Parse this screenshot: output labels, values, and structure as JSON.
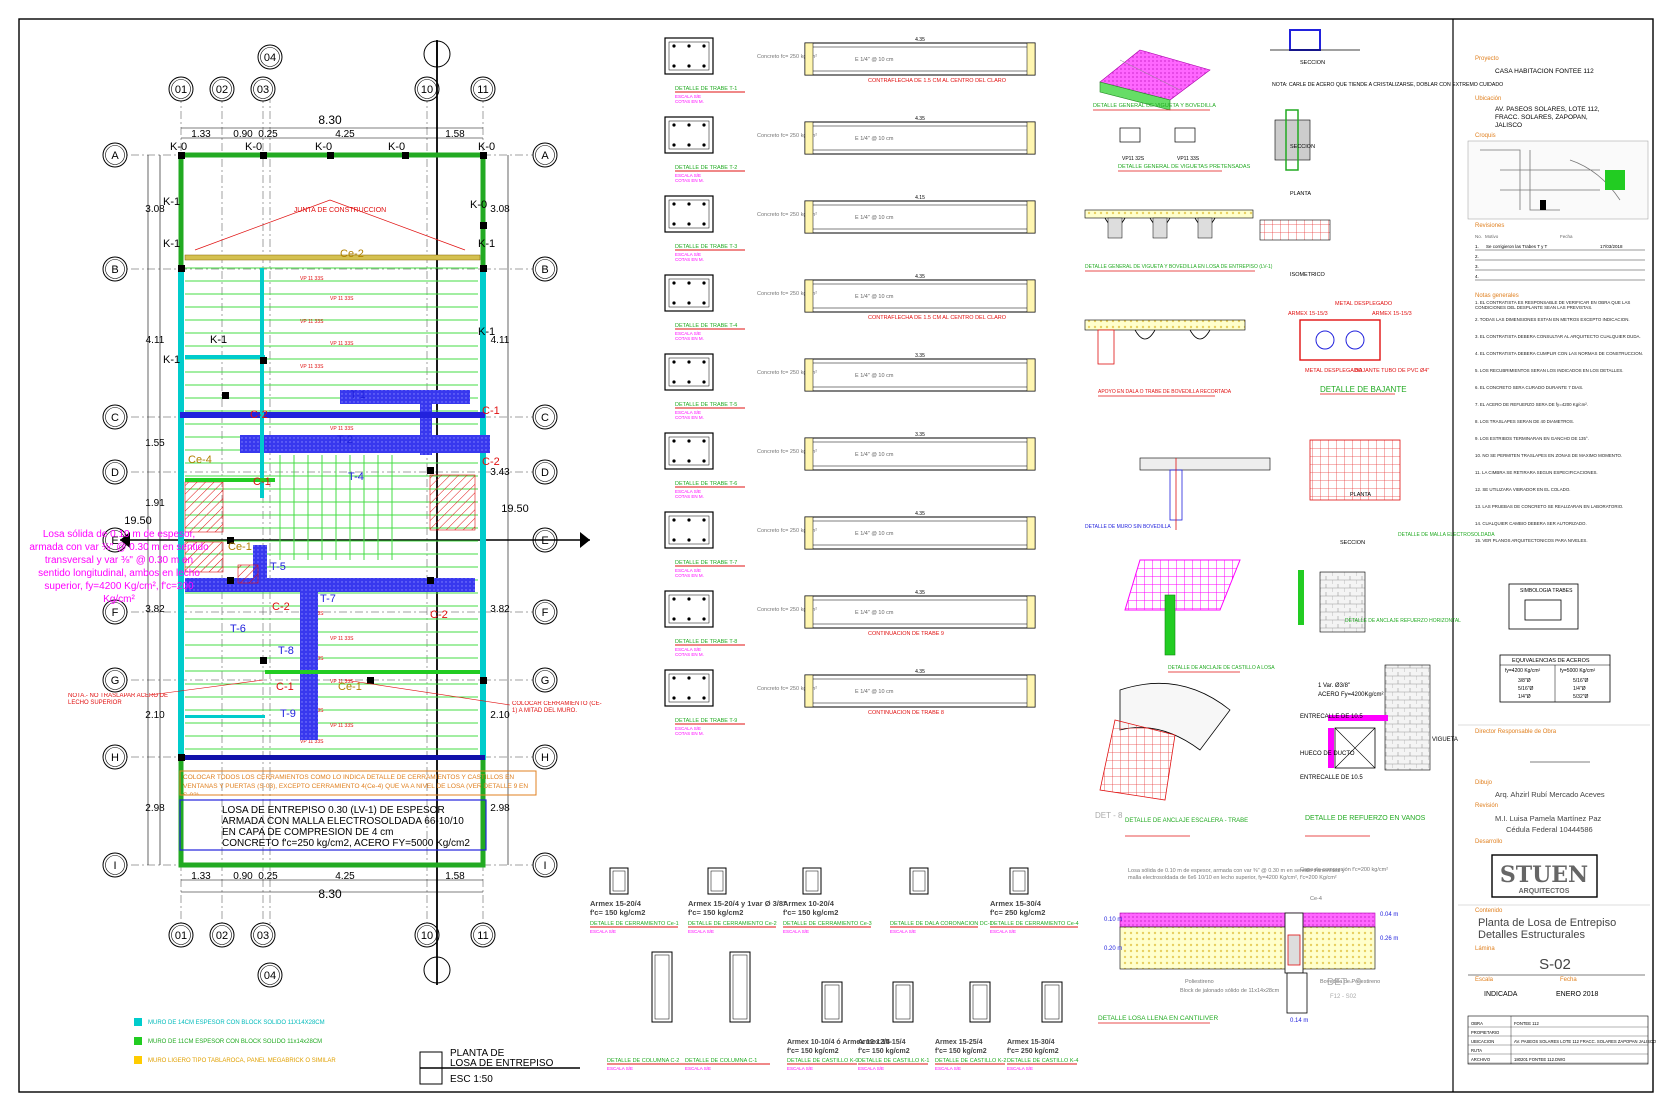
{
  "plan": {
    "title_line1": "PLANTA DE",
    "title_line2": "LOSA DE ENTREPISO",
    "scale": "ESC 1:50",
    "axes_numbers": [
      "01",
      "02",
      "03",
      "04",
      "10",
      "11"
    ],
    "axes_letters": [
      "A",
      "B",
      "C",
      "D",
      "E",
      "F",
      "G",
      "H",
      "I"
    ],
    "dims_top": [
      "1.33",
      "0.90",
      "0.25",
      "4.25",
      "1.58"
    ],
    "dim_total": "8.30",
    "dims_left": [
      "3.08",
      "4.11",
      "1.55",
      "1.91",
      "3.82",
      "2.10",
      "2.98"
    ],
    "dim_left_total": "19.50",
    "dims_right": [
      "3.08",
      "4.11",
      "3.43",
      "3.82",
      "2.10",
      "2.98"
    ],
    "dim_right_total": "19.50",
    "junta": "JUNTA DE CONSTRUCCION",
    "labels_k": [
      "K-0",
      "K-0",
      "K-0",
      "K-0",
      "K-0",
      "K-0",
      "K-1",
      "K-1",
      "K-1",
      "K-1",
      "K-1",
      "K-1"
    ],
    "labels_ce": [
      "Ce-2",
      "Ce-4",
      "Ce-1",
      "Ce-1"
    ],
    "labels_c": [
      "C-1",
      "C-2",
      "C-2",
      "C-1",
      "C-2",
      "C-2",
      "C-1"
    ],
    "labels_t": [
      "T-1",
      "T-2",
      "T-4",
      "T-5",
      "T-6",
      "T-7",
      "T-8",
      "T-9"
    ],
    "vp_label": "VP 11 33S",
    "note_losa_solida": "Losa sólida de 0.10 m de espesor, armada con var ⅜\" @ 0.30 m en sentido transversal y var ⅜\" @ 0.30 m en sentido longitudinal, ambos en lecho superior, fy=4200 Kg/cm², f'c=200 Kg/cm²",
    "note_traslape": "NOTA.- NO TRASLAPAR ACERO DE LECHO SUPERIOR",
    "note_cerramiento": "COLOCAR CERRAMIENTO (CE-1) A MITAD DEL MURO.",
    "note_cerramientos_all": "COLOCAR TODOS LOS CERRAMIENTOS COMO LO INDICA DETALLE DE CERRAMIENTOS Y CASTILLOS EN VENTANAS Y PUERTAS (S-03), EXCEPTO CERRAMIENTO 4(Ce-4) QUE VA A NIVEL DE LOSA (VER DETALLE 9 EN S-02)",
    "losa_box": [
      "LOSA DE ENTREPISO  0.30 (LV-1) DE ESPESOR",
      "ARMADA CON MALLA ELECTROSOLDADA 66-10/10",
      "EN CAPA DE COMPRESION DE 4 cm",
      "CONCRETO f'c=250 kg/cm2, ACERO FY=5000 Kg/cm2"
    ],
    "legend": [
      {
        "text": "MURO DE 14CM ESPESOR CON BLOCK SOLIDO 11X14X28CM",
        "color": "#00cccc"
      },
      {
        "text": "MURO DE 11CM ESPESOR CON BLOCK SOLIDO 11x14x28CM",
        "color": "#22cc22"
      },
      {
        "text": "MURO LIGERO TIPO TABLAROCA, PANEL MEGABRICK O SIMILAR",
        "color": "#ffcc00"
      }
    ]
  },
  "beams": {
    "rows": [
      {
        "label": "DETALLE DE TRABE T-1",
        "note": "CONTRAFLECHA DE 1.5 CM AL CENTRO DEL CLARO",
        "len": "4.35"
      },
      {
        "label": "DETALLE DE TRABE T-2",
        "note": "",
        "len": "4.35"
      },
      {
        "label": "DETALLE DE TRABE T-3",
        "note": "",
        "len": "4.15"
      },
      {
        "label": "DETALLE DE TRABE T-4",
        "note": "CONTRAFLECHA DE 1.5 CM AL CENTRO DEL CLARO",
        "len": "4.35"
      },
      {
        "label": "DETALLE DE TRABE T-5",
        "note": "",
        "len": "3.35"
      },
      {
        "label": "DETALLE DE TRABE T-6",
        "note": "",
        "len": "3.35"
      },
      {
        "label": "DETALLE DE TRABE T-7",
        "note": "",
        "len": "4.35"
      },
      {
        "label": "DETALLE DE TRABE T-8",
        "note": "CONTINUACION DE TRABE 9",
        "len": "4.35"
      },
      {
        "label": "DETALLE DE TRABE T-9",
        "note": "CONTINUACION DE TRABE 8",
        "len": "4.35"
      }
    ],
    "concrete": "Concreto fc= 250 kg/cm²",
    "escala": "ESCALA S/E",
    "cotas": "COTAS EN M.",
    "stirrup": "E 1/4\" @ 10 cm"
  },
  "closures": [
    {
      "label": "DETALLE DE CERRAMIENTO Ce-1",
      "spec1": "Armex 15-20/4",
      "spec2": "f'c= 150 kg/cm2"
    },
    {
      "label": "DETALLE DE CERRAMIENTO Ce-2",
      "spec1": "Armex 15-20/4 y 1var Ø 3/8\"",
      "spec2": "f'c= 150 kg/cm2"
    },
    {
      "label": "DETALLE DE CERRAMIENTO Ce-3",
      "spec1": "Armex 10-20/4",
      "spec2": "f'c= 150 kg/cm2"
    },
    {
      "label": "DETALLE DE DALA CORONACION DC-1",
      "spec1": "",
      "spec2": ""
    },
    {
      "label": "DETALLE DE CERRAMIENTO Ce-4",
      "spec1": "Armex 15-30/4",
      "spec2": "f'c= 250 kg/cm2"
    }
  ],
  "columns": [
    {
      "label": "DETALLE DE COLUMNA C-2",
      "spec1": "",
      "spec2": ""
    },
    {
      "label": "DETALLE DE COLUMNA C-1",
      "spec1": "",
      "spec2": ""
    },
    {
      "label": "DETALLE DE CASTILLO K-0",
      "spec1": "Armex 10-10/4 ó Armex 12-12/4",
      "spec2": "f'c= 150 kg/cm2"
    },
    {
      "label": "DETALLE DE CASTILLO K-1",
      "spec1": "Armex 15-15/4",
      "spec2": "f'c= 150 kg/cm2"
    },
    {
      "label": "DETALLE DE CASTILLO K-2",
      "spec1": "Armex 15-25/4",
      "spec2": "f'c= 150 kg/cm2"
    },
    {
      "label": "DETALLE DE CASTILLO K-4",
      "spec1": "Armex 15-30/4",
      "spec2": "f'c= 250 kg/cm2"
    }
  ],
  "details": {
    "vigueta": "DETALLE GENERAL DE VIGUETA Y BOVEDILLA",
    "viguetas_pref": "DETALLE GENERAL DE VIGUETAS PRETENSADAS",
    "vp11_32s": "VP11 32S",
    "vp11_33s": "VP11 33S",
    "losa_general": "DETALLE GENERAL DE VIGUETA Y BOVEDILLA EN LOSA DE ENTREPISO (LV-1)",
    "apoyo": "APOYO EN DALA O TRABE DE BOVEDILLA RECORTADA",
    "muro_sin_bovedilla": "DETALLE DE MURO SIN BOVEDILLA",
    "anclaje_losa": "DETALLE DE ANCLAJE DE CASTILLO A LOSA",
    "anclaje_escalera": "DETALLE DE ANCLAJE ESCALERA - TRABE",
    "refuerzo_vanos": "DETALLE DE REFUERZO EN VANOS",
    "anclaje_horizontal": "DETALLE DE ANCLAJE REFUERZO HORIZONTAL",
    "bajante": "DETALLE DE BAJANTE",
    "bajante_notes": [
      "ARMEX 15-15/3",
      "METAL DESPLEGADO",
      "ARMEX 15-15/3",
      "METAL DESPLEGADO",
      "BAJANTE TUBO DE PVC Ø4\""
    ],
    "malla_castillos": "DETALLE DE MALLA ELECTROSOLDADA",
    "seccion": "SECCION",
    "planta": "PLANTA",
    "isometrico": "ISOMETRICO",
    "nota_carle": "NOTA: CARLE DE ACERO QUE TIENDE A CRISTALIZARSE, DOBLAR CON EXTREMO CUIDADO",
    "cantiliver": "DETALLE LOSA LLENA EN CANTILIVER",
    "det9": "DET - 9",
    "det9_sheet": "F12 - S02",
    "det8": "DET - 8",
    "cantiliver_notes": [
      "Losa sólida de 0.10 m de espesor, armada con var ⅜\" @ 0.30 m en sentido transversal y malla electrosoldada de 6x6 10/10 en lecho superior, fy=4200 Kg/cm², f'c=200 Kg/cm²",
      "Capa de compresión f'c=200 kg/cm²",
      "Ce-4",
      "Poliestireno",
      "Bovedilla de Poliestireno",
      "Block de jalonado sólido de 11x14x28cm"
    ],
    "cantiliver_dims": [
      "0.10 m",
      "0.20 m",
      "0.04 m",
      "0.26 m",
      "0.14 m"
    ],
    "vano_labels": [
      "1 Var. Ø3/8\"",
      "ACERO Fy=4200Kg/cm²",
      "ENTRECALLE DE 10.5",
      "HUECO DE DUCTO",
      "ENTRECALLE DE 10.5",
      "VIGUETA"
    ]
  },
  "titleblock": {
    "proyecto_label": "Proyecto",
    "proyecto": "CASA HABITACION FONTEE 112",
    "ubicacion_label": "Ubicación",
    "ubicacion": [
      "AV. PASEOS SOLARES, LOTE 112,",
      "FRACC. SOLARES, ZAPOPAN,",
      "JALISCO"
    ],
    "croquis_label": "Croquis",
    "revisiones_label": "Revisiones",
    "rev_headers": [
      "No.",
      "Motivo",
      "Fecha"
    ],
    "rev_rows": [
      {
        "no": "1.",
        "motivo": "Se corrigieron las Trabes T y T",
        "fecha": "17/03/2018"
      },
      {
        "no": "2.",
        "motivo": "",
        "fecha": ""
      },
      {
        "no": "3.",
        "motivo": "",
        "fecha": ""
      },
      {
        "no": "4.",
        "motivo": "",
        "fecha": ""
      }
    ],
    "notas_label": "Notas generales",
    "notas": [
      "1. EL CONTRATISTA ES RESPONSABLE DE VERIFICAR EN OBRA QUE LAS CONDICIONES DEL DESPLANTE SEAN LAS PREVISTAS.",
      "2. TODAS LAS DIMENSIONES ESTAN EN METROS EXCEPTO INDICACION.",
      "3. EL CONTRATISTA DEBERA CONSULTAR AL ARQUITECTO CUALQUIER DUDA.",
      "4. EL CONTRATISTA DEBERA CUMPLIR CON LAS NORMAS DE CONSTRUCCION.",
      "5. LOS RECUBRIMIENTOS SERAN LOS INDICADOS EN LOS DETALLES.",
      "6. EL CONCRETO SERA CURADO DURANTE 7 DIAS.",
      "7. EL ACERO DE REFUERZO SERA DE fy=4200 Kg/cm².",
      "8. LOS TRASLAPES SERAN DE 40 DIAMETROS.",
      "9. LOS ESTRIBOS TERMINARAN EN GANCHO DE 135°.",
      "10. NO SE PERMITEN TRASLAPES EN ZONAS DE MAXIMO MOMENTO.",
      "11. LA CIMBRA SE RETIRARA SEGUN ESPECIFICACIONES.",
      "12. SE UTILIZARA VIBRADOR EN EL COLADO.",
      "13. LAS PRUEBAS DE CONCRETO SE REALIZARAN EN LABORATORIO.",
      "14. CUALQUIER CAMBIO DEBERA SER AUTORIZADO.",
      "15. VER PLANOS ARQUITECTONICOS PARA NIVELES."
    ],
    "simbologia_label": "SIMBOLOGIA TRABES",
    "equiv_label": "EQUIVALENCIAS DE ACEROS",
    "equiv_headers": [
      "fy=4200 Kg/cm²",
      "fy=5000 Kg/cm²"
    ],
    "equiv_rows": [
      [
        "3/8\"Ø",
        "5/16\"Ø"
      ],
      [
        "5/16\"Ø",
        "1/4\"Ø"
      ],
      [
        "1/4\"Ø",
        "5/32\"Ø"
      ]
    ],
    "director_label": "Director Responsable de Obra",
    "dibujo_label": "Dibujo",
    "dibujo": "Arq. Ahzirl Rubí Mercado Aceves",
    "revision_label": "Revisión",
    "revision1": "M.I. Luisa Pamela Martínez Paz",
    "revision2": "Cédula Federal 10444586",
    "desarrollo_label": "Desarrollo",
    "logo_main": "STUEN",
    "logo_sub": "ARQUITECTOS",
    "contenido_label": "Contenido",
    "contenido1": "Planta de Losa de Entrepiso",
    "contenido2": "Detalles Estructurales",
    "lamina_label": "Lámina",
    "lamina": "S-02",
    "escala_label": "Escala",
    "fecha_label": "Fecha",
    "escala": "INDICADA",
    "fecha": "ENERO 2018",
    "footer_rows": [
      {
        "k": "OBRA",
        "v": "FONTEE 112"
      },
      {
        "k": "PROPIETARIO",
        "v": ""
      },
      {
        "k": "UBICACION",
        "v": "AV. PASEOS SOLARES LOTE 112 FRACC. SOLARES ZAPOPAN JALISCO"
      },
      {
        "k": "RUTA",
        "v": ""
      },
      {
        "k": "ARCHIVO",
        "v": "180201 FONTEE 112.DWG"
      }
    ]
  },
  "colors": {
    "green": "#22aa22",
    "cyan": "#00bbbb",
    "blue": "#2222dd",
    "red": "#e01010",
    "magenta": "#ff00ff",
    "orange": "#e08020"
  }
}
